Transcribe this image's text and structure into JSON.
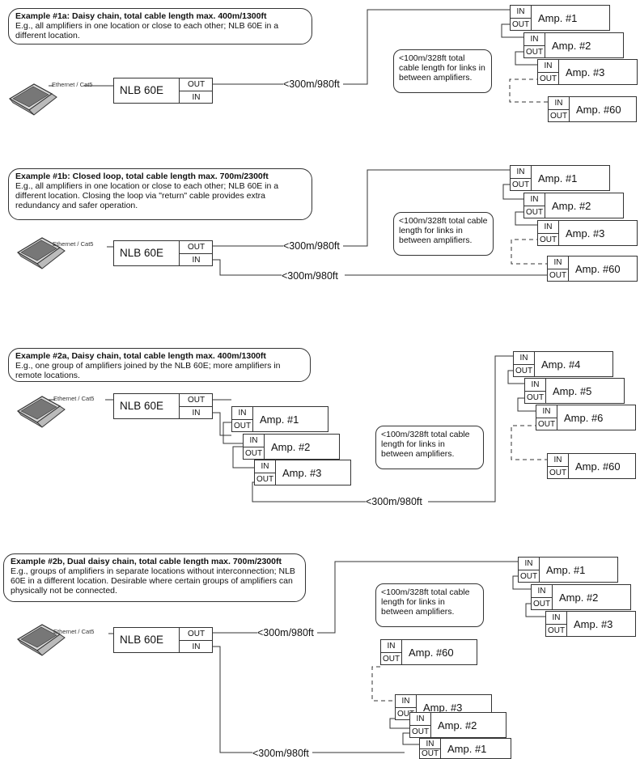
{
  "device": {
    "name": "NLB 60E",
    "out": "OUT",
    "in": "IN",
    "cable": "Ethernet / Cat5"
  },
  "ex1a": {
    "title": "Example #1a: Daisy chain, total cable length max. 400m/1300ft",
    "text": "E.g., all amplifiers in one location or close to each other; NLB 60E in a different location.",
    "dist1": "<300m/980ft",
    "note": "<100m/328ft total cable length for links in between amplifiers.",
    "amps": [
      "Amp. #1",
      "Amp. #2",
      "Amp. #3",
      "Amp. #60"
    ]
  },
  "ex1b": {
    "title": "Example #1b: Closed loop, total cable length max. 700m/2300ft",
    "text": "E.g., all amplifiers in one location or close to each other; NLB 60E in a different location. Closing the loop via \"return\" cable provides extra redundancy and safer operation.",
    "dist1": "<300m/980ft",
    "dist2": "<300m/980ft",
    "note": "<100m/328ft total cable length for links in between amplifiers.",
    "amps": [
      "Amp. #1",
      "Amp. #2",
      "Amp. #3",
      "Amp. #60"
    ]
  },
  "ex2a": {
    "title": "Example #2a, Daisy chain, total cable length max. 400m/1300ft",
    "text": "E.g., one group of amplifiers joined by the NLB 60E; more amplifiers in remote locations.",
    "dist1": "<300m/980ft",
    "note": "<100m/328ft total cable length for links in between amplifiers.",
    "local": [
      "Amp. #1",
      "Amp. #2",
      "Amp. #3"
    ],
    "remote": [
      "Amp. #4",
      "Amp. #5",
      "Amp. #6",
      "Amp. #60"
    ]
  },
  "ex2b": {
    "title": "Example #2b, Dual daisy chain, total cable length max. 700m/2300ft",
    "text": "E.g., groups of amplifiers in separate locations without interconnection; NLB 60E in a different location. Desirable where certain groups of amplifiers can physically not be connected.",
    "dist1": "<300m/980ft",
    "dist2": "<300m/980ft",
    "note": "<100m/328ft total cable length for links in between amplifiers.",
    "groupA": [
      "Amp. #1",
      "Amp. #2",
      "Amp. #3"
    ],
    "groupB": [
      "Amp. #60",
      "Amp. #3",
      "Amp. #2",
      "Amp. #1"
    ]
  }
}
